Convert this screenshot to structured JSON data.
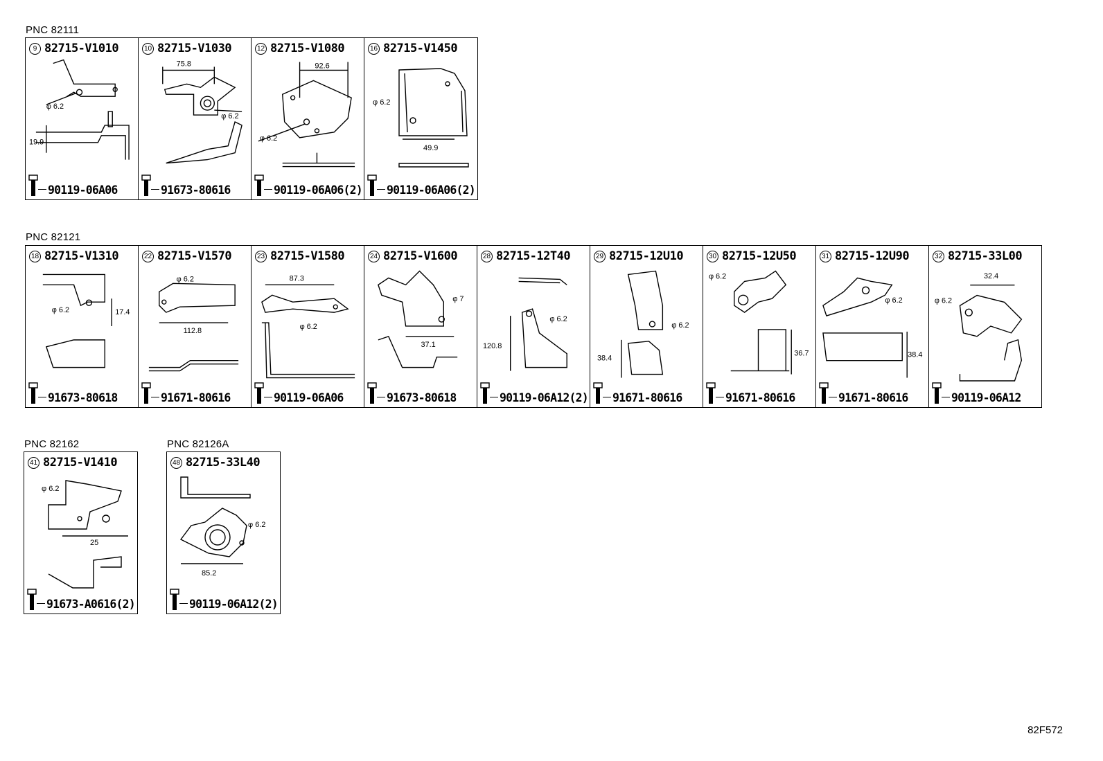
{
  "groups": [
    {
      "pnc": "PNC 82111",
      "parts": [
        {
          "num": "9",
          "part": "82715-V1010",
          "bolt": "90119-06A06",
          "dims": [
            "φ 6.2",
            "19.9"
          ]
        },
        {
          "num": "10",
          "part": "82715-V1030",
          "bolt": "91673-80616",
          "dims": [
            "75.8",
            "φ 6.2"
          ]
        },
        {
          "num": "12",
          "part": "82715-V1080",
          "bolt": "90119-06A06(2)",
          "dims": [
            "92.6",
            "φ 6.2"
          ]
        },
        {
          "num": "16",
          "part": "82715-V1450",
          "bolt": "90119-06A06(2)",
          "dims": [
            "φ 6.2",
            "49.9"
          ]
        }
      ]
    },
    {
      "pnc": "PNC 82121",
      "parts": [
        {
          "num": "18",
          "part": "82715-V1310",
          "bolt": "91673-80618",
          "dims": [
            "φ 6.2",
            "17.4"
          ]
        },
        {
          "num": "22",
          "part": "82715-V1570",
          "bolt": "91671-80616",
          "dims": [
            "φ 6.2",
            "112.8"
          ]
        },
        {
          "num": "23",
          "part": "82715-V1580",
          "bolt": "90119-06A06",
          "dims": [
            "87.3",
            "φ 6.2"
          ]
        },
        {
          "num": "24",
          "part": "82715-V1600",
          "bolt": "91673-80618",
          "dims": [
            "φ 7",
            "37.1"
          ]
        },
        {
          "num": "28",
          "part": "82715-12T40",
          "bolt": "90119-06A12(2)",
          "dims": [
            "φ 6.2",
            "120.8"
          ]
        },
        {
          "num": "29",
          "part": "82715-12U10",
          "bolt": "91671-80616",
          "dims": [
            "φ 6.2",
            "38.4"
          ]
        },
        {
          "num": "30",
          "part": "82715-12U50",
          "bolt": "91671-80616",
          "dims": [
            "φ 6.2",
            "36.7"
          ]
        },
        {
          "num": "31",
          "part": "82715-12U90",
          "bolt": "91671-80616",
          "dims": [
            "φ 6.2",
            "38.4"
          ]
        },
        {
          "num": "32",
          "part": "82715-33L00",
          "bolt": "90119-06A12",
          "dims": [
            "32.4",
            "φ 6.2"
          ]
        }
      ]
    },
    {
      "pnc": "PNC 82162",
      "parts": [
        {
          "num": "41",
          "part": "82715-V1410",
          "bolt": "91673-A0616(2)",
          "dims": [
            "φ 6.2",
            "25"
          ]
        }
      ]
    },
    {
      "pnc": "PNC 82126A",
      "parts": [
        {
          "num": "48",
          "part": "82715-33L40",
          "bolt": "90119-06A12(2)",
          "dims": [
            "φ 6.2",
            "85.2"
          ]
        }
      ]
    }
  ],
  "illustration_code": "82F572"
}
